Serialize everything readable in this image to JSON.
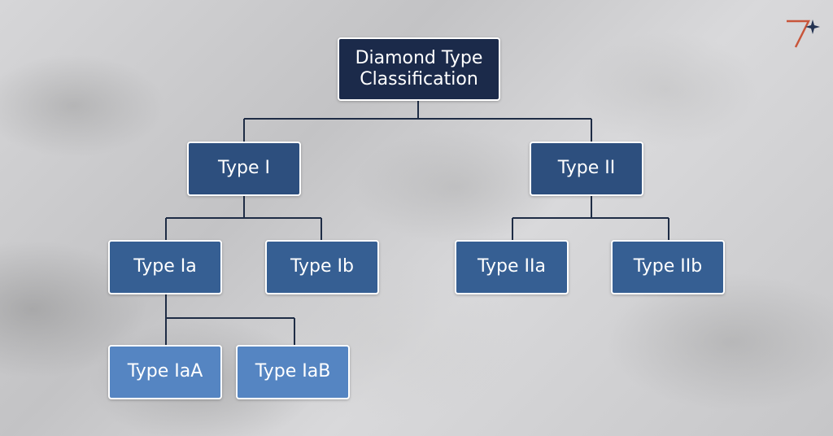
{
  "colors": {
    "root": "#1b2a4a",
    "level1": "#2d4f7e",
    "level2": "#365f93",
    "level3": "#5585c2",
    "connector": "#1e2c45",
    "logo_accent": "#c8553a",
    "logo_star": "#243352"
  },
  "logo": {
    "icon": "brand-logo-icon"
  },
  "diagram": {
    "type": "tree",
    "root": {
      "label_line1": "Diamond Type",
      "label_line2": "Classification"
    },
    "type_i": {
      "label": "Type I"
    },
    "type_ii": {
      "label": "Type II"
    },
    "type_ia": {
      "label": "Type Ia"
    },
    "type_ib": {
      "label": "Type Ib"
    },
    "type_iia": {
      "label": "Type IIa"
    },
    "type_iib": {
      "label": "Type IIb"
    },
    "type_iaa": {
      "label": "Type IaA"
    },
    "type_iab": {
      "label": "Type IaB"
    },
    "edges": [
      [
        "root",
        "type_i"
      ],
      [
        "root",
        "type_ii"
      ],
      [
        "type_i",
        "type_ia"
      ],
      [
        "type_i",
        "type_ib"
      ],
      [
        "type_ii",
        "type_iia"
      ],
      [
        "type_ii",
        "type_iib"
      ],
      [
        "type_ia",
        "type_iaa"
      ],
      [
        "type_ia",
        "type_iab"
      ]
    ]
  }
}
